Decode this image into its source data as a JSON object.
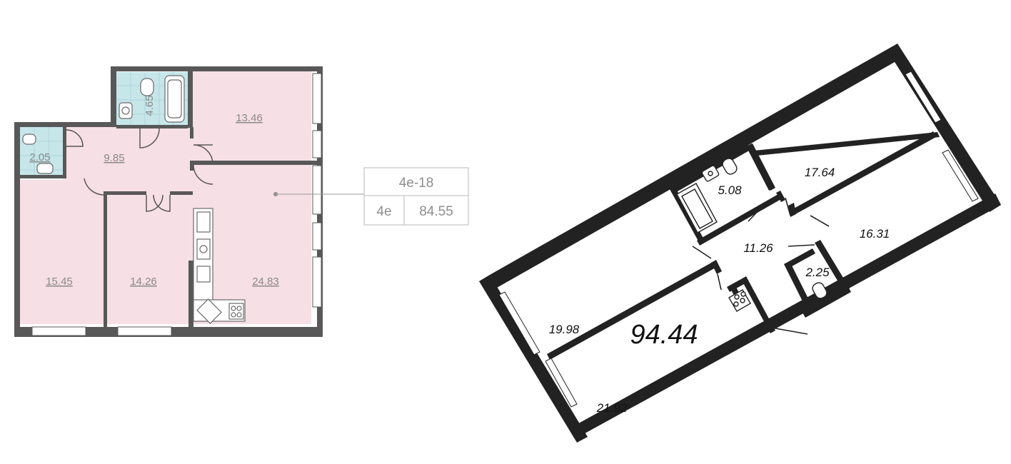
{
  "plan_left": {
    "rooms": [
      {
        "id": "room-13-46",
        "area": "13.46"
      },
      {
        "id": "bath-4-65",
        "area": "4.65"
      },
      {
        "id": "wc-2-05",
        "area": "2.05"
      },
      {
        "id": "hall-9-85",
        "area": "9.85"
      },
      {
        "id": "room-15-45",
        "area": "15.45"
      },
      {
        "id": "room-14-26",
        "area": "14.26"
      },
      {
        "id": "kitchen-24-83",
        "area": "24.83"
      }
    ],
    "info_card": {
      "code": "4е-18",
      "type": "4е",
      "total_area": "84.55"
    },
    "colors": {
      "room_fill": "#f7dfe6",
      "wet_fill": "#c6e6ea",
      "wall": "#585858",
      "window": "#ffffff"
    }
  },
  "plan_right": {
    "rooms": [
      {
        "id": "bath-5-08",
        "area": "5.08"
      },
      {
        "id": "room-17-64",
        "area": "17.64"
      },
      {
        "id": "room-16-31",
        "area": "16.31"
      },
      {
        "id": "hall-11-26",
        "area": "11.26"
      },
      {
        "id": "wc-2-25",
        "area": "2.25"
      },
      {
        "id": "room-19-98",
        "area": "19.98"
      },
      {
        "id": "room-21-92",
        "area": "21.92"
      }
    ],
    "total_area": "94.44",
    "colors": {
      "wall": "#222222",
      "floor": "#ffffff"
    }
  }
}
